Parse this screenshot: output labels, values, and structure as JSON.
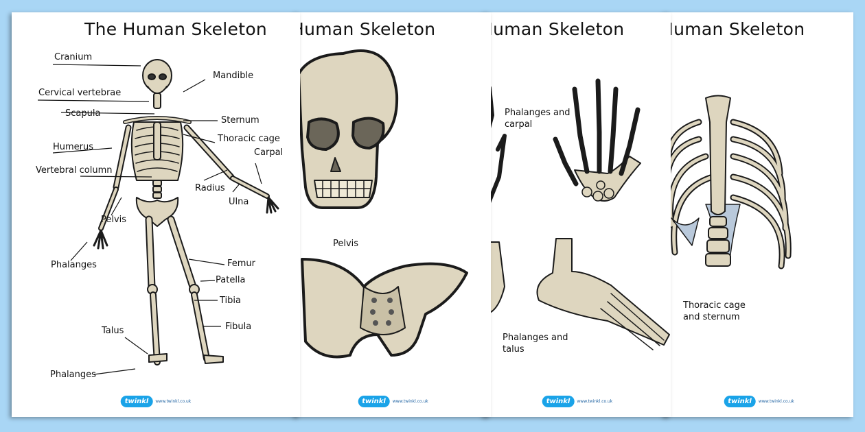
{
  "sheet1": {
    "title": "The Human Skeleton",
    "labels": {
      "cranium": "Cranium",
      "mandible": "Mandible",
      "cervical": "Cervical vertebrae",
      "scapula": "Scapula",
      "sternum": "Sternum",
      "thoracic": "Thoracic cage",
      "humerus": "Humerus",
      "carpal": "Carpal",
      "vertebral": "Vertebral column",
      "radius": "Radius",
      "ulna": "Ulna",
      "pelvis": "Pelvis",
      "phalanges_hand": "Phalanges",
      "femur": "Femur",
      "patella": "Patella",
      "tibia": "Tibia",
      "fibula": "Fibula",
      "talus": "Talus",
      "phalanges_foot": "Phalanges"
    }
  },
  "sheet2": {
    "title": "Human Skeleton",
    "pelvis_label": "Pelvis"
  },
  "sheet3": {
    "title": "Human Skeleton",
    "hand_caption": "Phalanges and carpal",
    "foot_caption": "Phalanges and talus"
  },
  "sheet4": {
    "title": "Human Skeleton",
    "caption": "Thoracic cage and sternum"
  },
  "logo": {
    "brand": "twinkl",
    "url": "www.twinkl.co.uk"
  },
  "colors": {
    "background": "#a9d6f5",
    "bone": "#ded6bf",
    "bone_shadow": "#b7ad95",
    "outline": "#1b1b1b",
    "cartilage": "#b9c9db"
  }
}
